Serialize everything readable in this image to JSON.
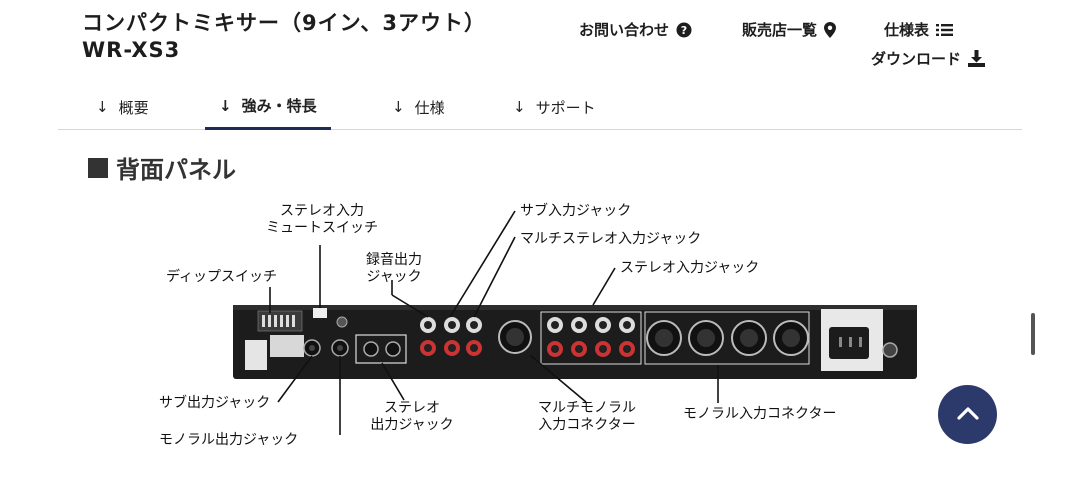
{
  "header": {
    "title_line1": "コンパクトミキサー（9イン、3アウト）",
    "title_line2": "WR-XS3"
  },
  "utility": {
    "contact": "お問い合わせ",
    "dealers": "販売店一覧",
    "specs": "仕様表",
    "download": "ダウンロード"
  },
  "tabs": [
    {
      "label": "概要"
    },
    {
      "label": "強み・特長"
    },
    {
      "label": "仕様"
    },
    {
      "label": "サポート"
    }
  ],
  "active_tab": "強み・特長",
  "section": {
    "title": "背面パネル"
  },
  "callouts": {
    "stereo_mute_1": "ステレオ入力",
    "stereo_mute_2": "ミュートスイッチ",
    "sub_input": "サブ入力ジャック",
    "multi_stereo_input": "マルチステレオ入力ジャック",
    "rec_out_1": "録音出力",
    "rec_out_2": "ジャック",
    "stereo_input": "ステレオ入力ジャック",
    "dip_switch": "ディップスイッチ",
    "sub_output": "サブ出力ジャック",
    "mono_output": "モノラル出力ジャック",
    "stereo_out_1": "ステレオ",
    "stereo_out_2": "出力ジャック",
    "multi_mono_1": "マルチモノラル",
    "multi_mono_2": "入力コネクター",
    "mono_input_connector": "モノラル入力コネクター"
  },
  "colors": {
    "accent_navy": "#2c3a6b",
    "tab_underline": "#1f2c55",
    "panel_dark": "#1c1c1c"
  }
}
